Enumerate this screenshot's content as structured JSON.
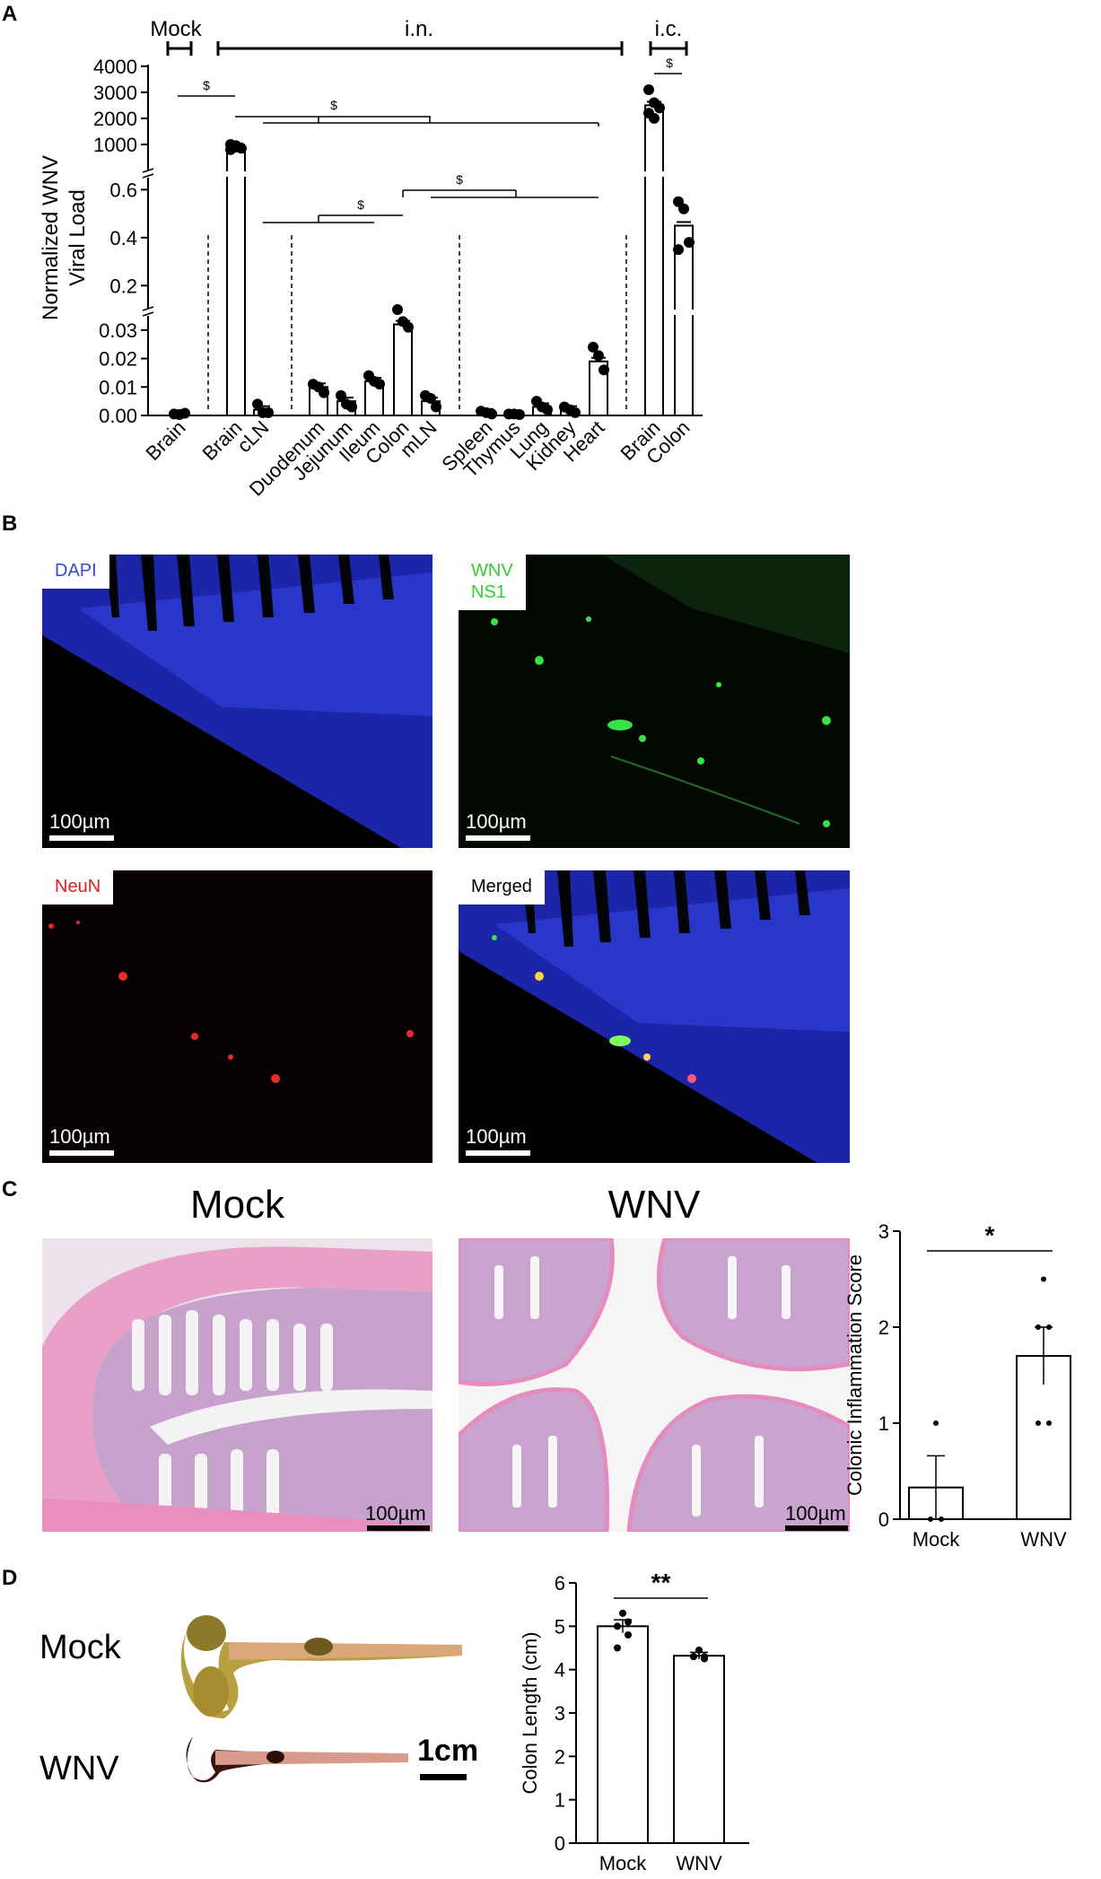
{
  "panels": {
    "A": "A",
    "B": "B",
    "C": "C",
    "D": "D"
  },
  "panelA": {
    "group_labels": {
      "mock": "Mock",
      "in": "i.n.",
      "ic": "i.c."
    },
    "sig_symbol": "$",
    "bar_color": "#ffffff",
    "dot_color": "#000000"
  },
  "panelB": {
    "channels": [
      {
        "line1": "DAPI",
        "line2": "",
        "color": "#3a4bc8"
      },
      {
        "line1": "WNV",
        "line2": "NS1",
        "color": "#33cc33"
      },
      {
        "line1": "NeuN",
        "line2": "",
        "color": "#e02020"
      },
      {
        "line1": "Merged",
        "line2": "",
        "color": "#000000"
      }
    ],
    "scale_label": "100µm"
  },
  "panelC": {
    "titles": {
      "mock": "Mock",
      "wnv": "WNV"
    },
    "scale_label": "100µm"
  },
  "panelD": {
    "row_labels": {
      "mock": "Mock",
      "wnv": "WNV"
    },
    "scale_label": "1cm"
  },
  "chart_data": [
    {
      "id": "A",
      "type": "bar",
      "ylabel": "Normalized WNV Viral Load",
      "y_scale": "broken",
      "y_ticks": [
        "0.00",
        "0.01",
        "0.02",
        "0.03",
        "0.2",
        "0.4",
        "0.6",
        "1000",
        "2000",
        "3000",
        "4000"
      ],
      "groups": [
        {
          "name": "Mock",
          "categories": [
            "Brain"
          ]
        },
        {
          "name": "i.n.",
          "categories": [
            "Brain",
            "cLN",
            "Duodenum",
            "Jejunum",
            "Ileum",
            "Colon",
            "mLN",
            "Spleen",
            "Thymus",
            "Lung",
            "Kidney",
            "Heart"
          ]
        },
        {
          "name": "i.c.",
          "categories": [
            "Brain",
            "Colon"
          ]
        }
      ],
      "categories": [
        "Brain",
        "Brain",
        "cLN",
        "Duodenum",
        "Jejunum",
        "Ileum",
        "Colon",
        "mLN",
        "Spleen",
        "Thymus",
        "Lung",
        "Kidney",
        "Heart",
        "Brain",
        "Colon"
      ],
      "values": [
        0.0005,
        900,
        0.002,
        0.01,
        0.005,
        0.012,
        0.032,
        0.005,
        0.001,
        0.0005,
        0.003,
        0.002,
        0.019,
        2500,
        0.45
      ],
      "points": [
        [
          0.0005,
          0.0003,
          0.0008
        ],
        [
          1000,
          900,
          850,
          800,
          950
        ],
        [
          0.004,
          0.001,
          0.001
        ],
        [
          0.011,
          0.01,
          0.008
        ],
        [
          0.007,
          0.004,
          0.003
        ],
        [
          0.014,
          0.012,
          0.011
        ],
        [
          0.036,
          0.033,
          0.031
        ],
        [
          0.007,
          0.006,
          0.003
        ],
        [
          0.0015,
          0.001,
          0.0005
        ],
        [
          0.0005,
          0.0005,
          0.0003
        ],
        [
          0.005,
          0.003,
          0.002
        ],
        [
          0.003,
          0.002,
          0.001
        ],
        [
          0.024,
          0.021,
          0.016
        ],
        [
          3100,
          2600,
          2400,
          2200,
          2000
        ],
        [
          0.55,
          0.52,
          0.38,
          0.35
        ]
      ]
    },
    {
      "id": "C",
      "type": "bar",
      "ylabel": "Colonic Inflammation Score",
      "categories": [
        "Mock",
        "WNV"
      ],
      "values": [
        0.33,
        1.7
      ],
      "errors": [
        0.33,
        0.3
      ],
      "points": [
        [
          1,
          0,
          0
        ],
        [
          2.5,
          2,
          2,
          1,
          1
        ]
      ],
      "ylim": [
        0,
        3
      ],
      "y_ticks": [
        0,
        1,
        2,
        3
      ],
      "significance": "*"
    },
    {
      "id": "D",
      "type": "bar",
      "ylabel": "Colon Length (cm)",
      "categories": [
        "Mock",
        "WNV"
      ],
      "values": [
        5.0,
        4.32
      ],
      "errors": [
        0.15,
        0.08
      ],
      "points": [
        [
          5.3,
          5.1,
          5.0,
          4.8,
          4.5
        ],
        [
          4.45,
          4.3,
          4.3,
          4.25,
          4.3
        ]
      ],
      "ylim": [
        0,
        6
      ],
      "y_ticks": [
        0,
        1,
        2,
        3,
        4,
        5,
        6
      ],
      "significance": "**"
    }
  ]
}
